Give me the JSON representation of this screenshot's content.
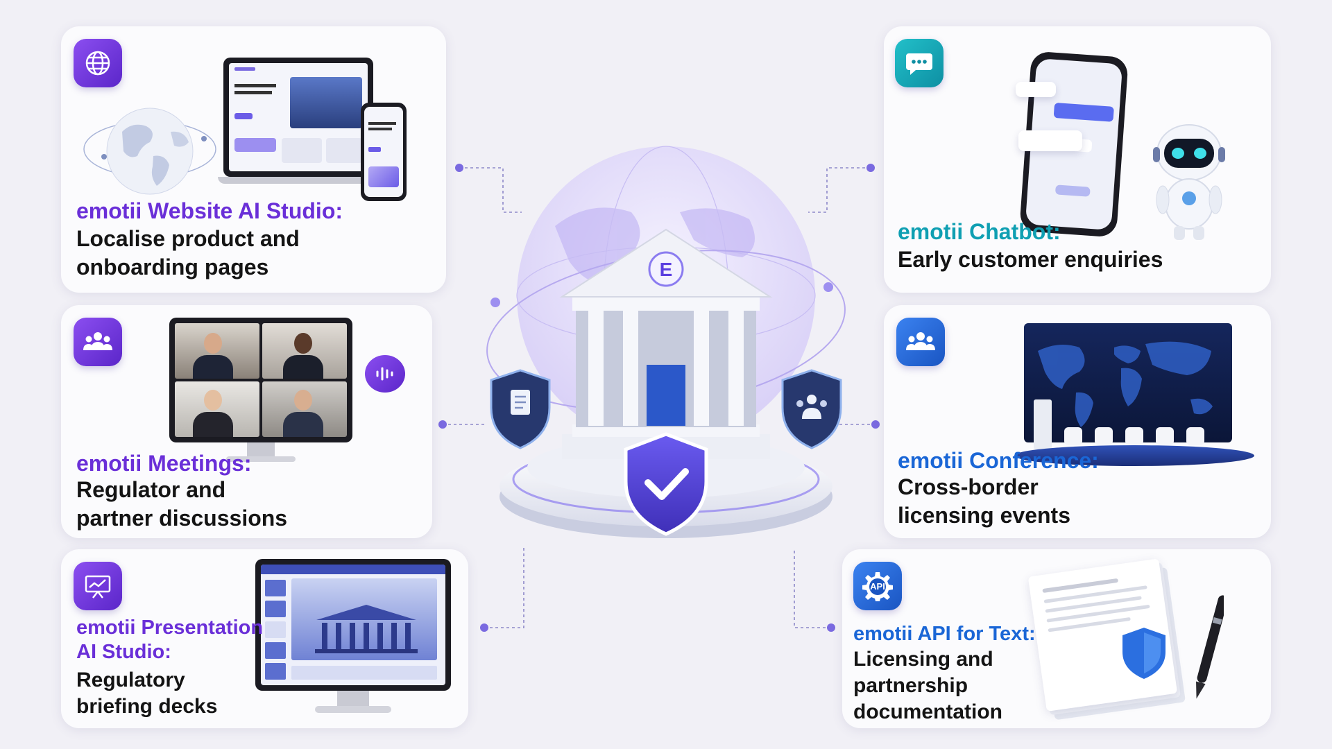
{
  "cards": [
    {
      "product": "emotii Website AI Studio:",
      "desc_lines": [
        "Localise product and",
        "onboarding pages"
      ],
      "icon": "globe-icon",
      "accent": "#6a2fd8"
    },
    {
      "product": "emotii Chatbot:",
      "desc_lines": [
        "Early customer enquiries"
      ],
      "icon": "chat-bubble-icon",
      "accent": "#0f9fb2"
    },
    {
      "product": "emotii Meetings:",
      "desc_lines": [
        "Regulator and",
        "partner discussions"
      ],
      "icon": "people-icon",
      "accent": "#6a2fd8"
    },
    {
      "product": "emotii Conference:",
      "desc_lines": [
        "Cross-border",
        "licensing events"
      ],
      "icon": "group-icon",
      "accent": "#1a66d6"
    },
    {
      "product_lines": [
        "emotii Presentation",
        "AI Studio:"
      ],
      "desc_lines": [
        "Regulatory",
        "briefing decks"
      ],
      "icon": "presentation-chart-icon",
      "accent": "#6a2fd8"
    },
    {
      "product": "emotii API for Text:",
      "desc_lines": [
        "Licensing and",
        "partnership",
        "documentation"
      ],
      "icon": "api-gear-icon",
      "api_label": "API",
      "accent": "#1a66d6"
    }
  ],
  "center": {
    "logo_letter": "E",
    "icons": [
      "bank-building-icon",
      "shield-check-icon",
      "document-shield-icon",
      "people-shield-icon",
      "globe-icon"
    ]
  },
  "colors": {
    "purple": "#6a2fd8",
    "teal": "#0f9fb2",
    "blue": "#1a66d6",
    "background": "#f1f0f6"
  }
}
